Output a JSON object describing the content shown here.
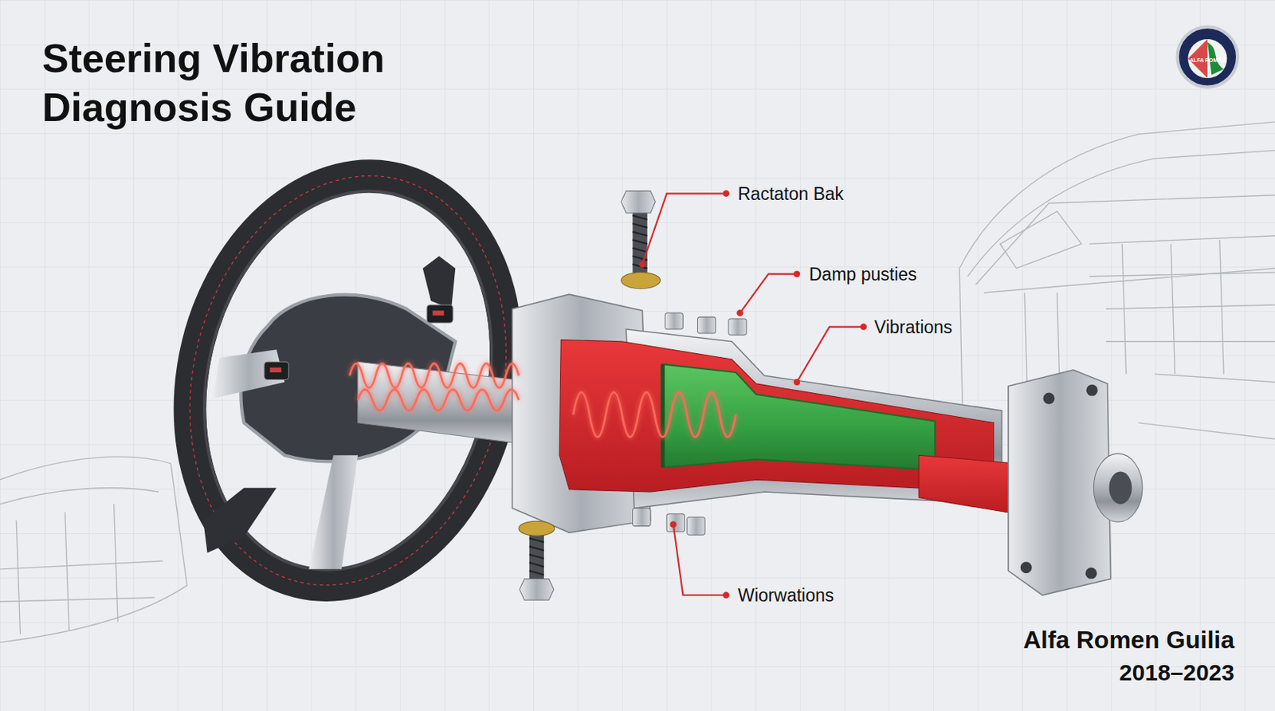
{
  "diagram": {
    "title": "Steering Vibration Diagnosis Guide",
    "labels": [
      "ALFA ROMEO",
      "Ractaton Bak",
      "Damp pusties",
      "Vibrations",
      "Wiorwations",
      "Alfa Romen Guilia",
      "2018–2023"
    ]
  }
}
